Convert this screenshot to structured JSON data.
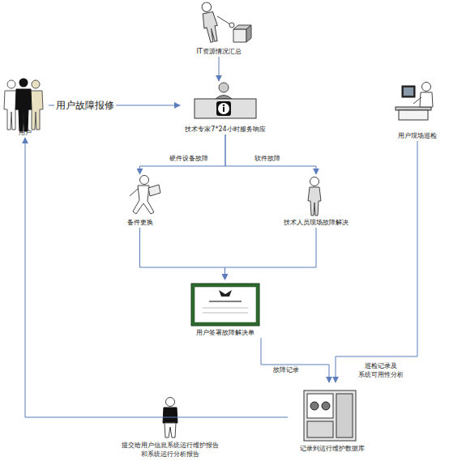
{
  "diagram": {
    "nodes": [
      {
        "text": [
          "IT资源情况汇总"
        ]
      },
      {
        "text": [
          "用户"
        ]
      },
      {
        "text": [
          "技术专家7*24小时服务响应"
        ]
      },
      {
        "text": [
          "用户现场巡检"
        ]
      },
      {
        "text": [
          "备件更换"
        ]
      },
      {
        "text": [
          "技术人员现场故障解决"
        ]
      },
      {
        "text": [
          "用户签署故障解决单"
        ]
      },
      {
        "text": [
          "记录到运行维护数据库"
        ]
      },
      {
        "text": [
          "提交给用户信息系统运行维护报告 和系统运行分析报告"
        ]
      }
    ],
    "edges": [
      {
        "from": 0,
        "to": 2,
        "arrow": "to"
      },
      {
        "from": 1,
        "to": 2,
        "label": "用户故障报修",
        "arrow": "to"
      },
      {
        "from": 2,
        "to": 4,
        "label": "硬件设备故障",
        "arrow": "to"
      },
      {
        "from": 2,
        "to": 5,
        "label": "软件故障",
        "arrow": "to"
      },
      {
        "from": 4,
        "to": 6,
        "arrow": "to"
      },
      {
        "from": 5,
        "to": 6,
        "arrow": "to"
      },
      {
        "from": 6,
        "to": 7,
        "label": "故障记录",
        "arrow": "to"
      },
      {
        "from": 3,
        "to": 7,
        "label": "巡检记录及 系统可用性分析",
        "arrow": "to"
      },
      {
        "from": 7,
        "to": 1,
        "arrow": "to"
      }
    ]
  }
}
